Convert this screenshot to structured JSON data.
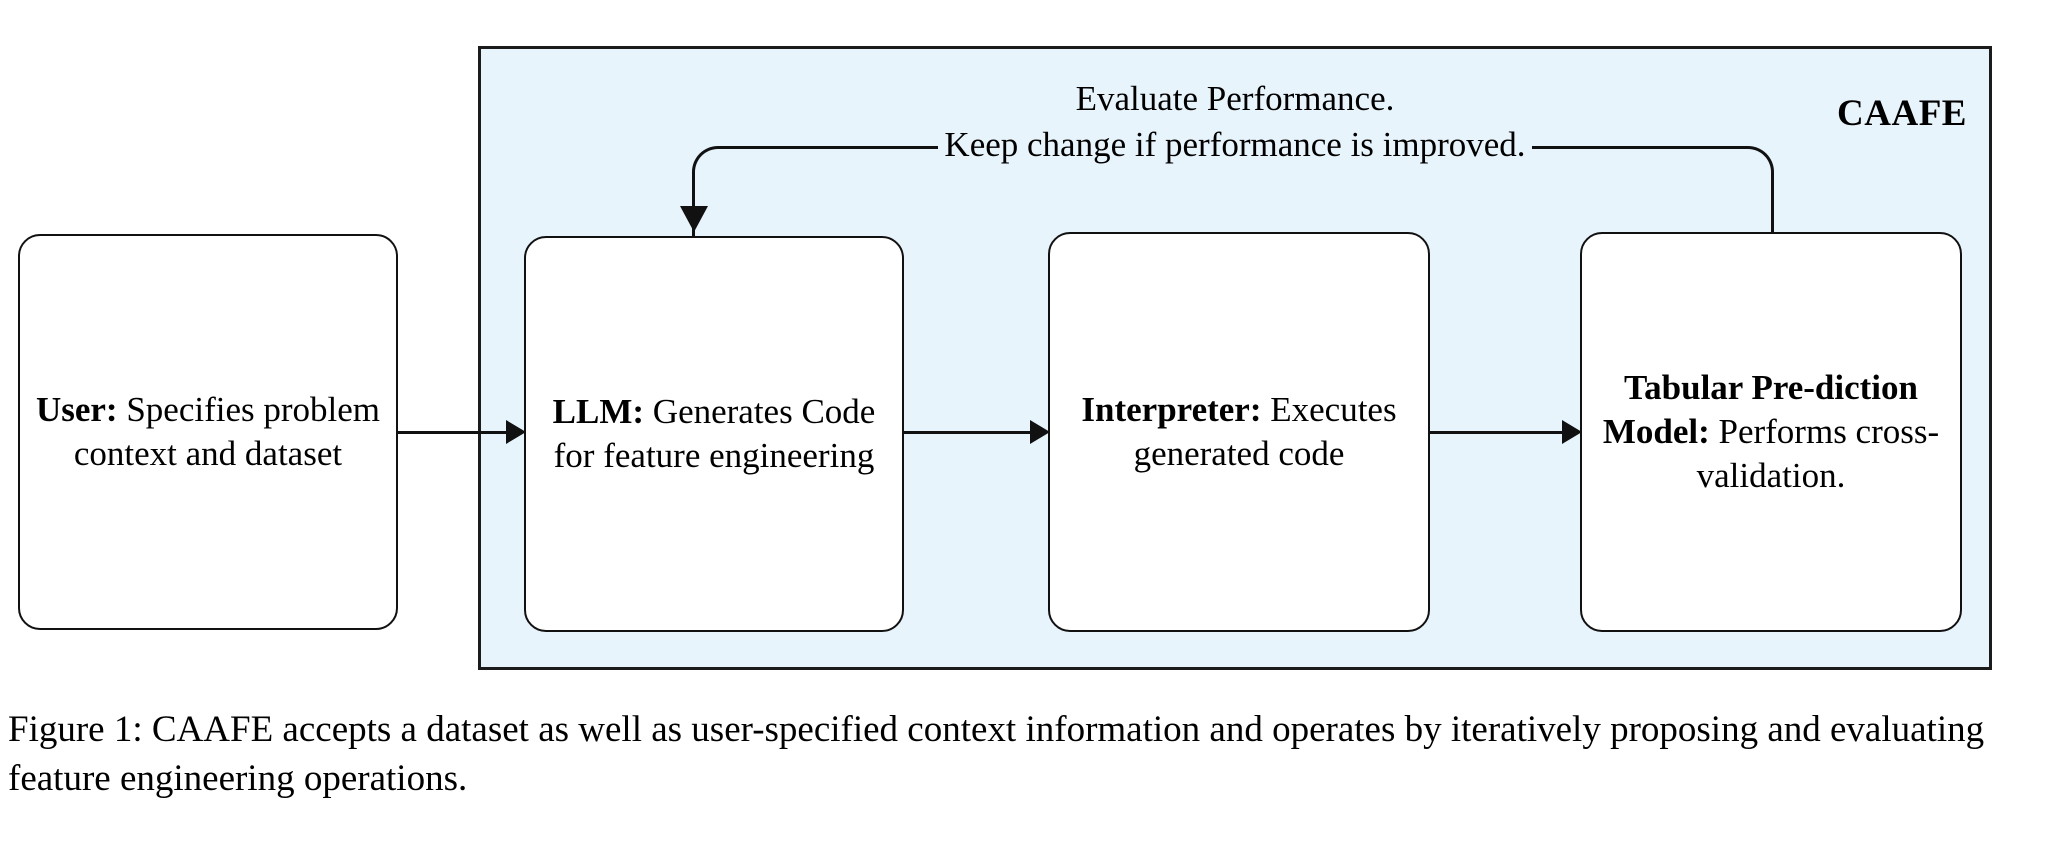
{
  "figure": {
    "panel_label": "CAAFE",
    "panel_color": "#e8f4fb",
    "border_color": "#111111"
  },
  "nodes": [
    {
      "id": "user",
      "role_label": "User:",
      "body": " Specifies problem context and dataset",
      "full_text": "User: Specifies problem context and dataset"
    },
    {
      "id": "llm",
      "role_label": "LLM:",
      "body": " Generates Code for feature engineering",
      "full_text": "LLM: Generates Code for feature engineering"
    },
    {
      "id": "interpreter",
      "role_label": "Interpreter:",
      "body": " Executes generated code",
      "full_text": "Interpreter: Executes generated code"
    },
    {
      "id": "tabular",
      "role_label": "Tabular Pre-diction Model:",
      "body": " Performs cross-validation.",
      "full_text": "Tabular Pre-diction Model: Performs cross-validation."
    }
  ],
  "loop": {
    "line1": "Evaluate Performance.",
    "line2": "Keep change if performance is improved."
  },
  "caption": {
    "text": "Figure 1: CAAFE accepts a dataset as well as user-specified context information and operates by iteratively proposing and evaluating feature engineering operations."
  }
}
